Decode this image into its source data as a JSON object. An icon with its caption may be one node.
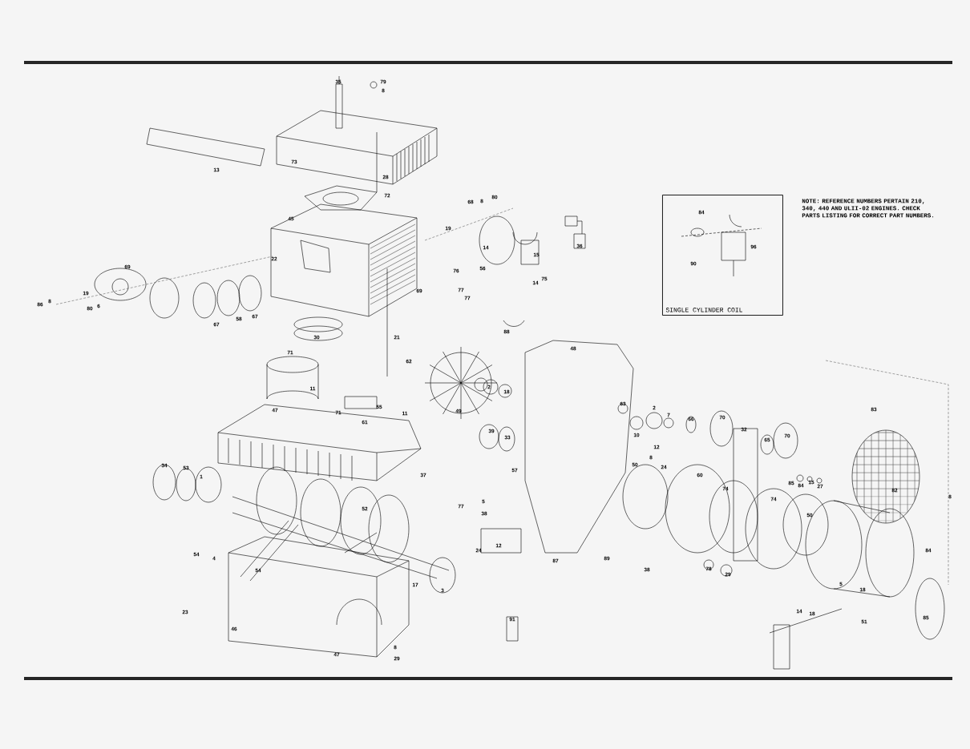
{
  "diagram": {
    "nodes": [
      {
        "text": [
          "SINGLE CYLINDER COIL"
        ]
      }
    ],
    "labels": [
      "35",
      "79",
      "8",
      "13",
      "73",
      "28",
      "72",
      "45",
      "22",
      "69",
      "19",
      "86",
      "8",
      "80",
      "6",
      "67",
      "58",
      "67",
      "68",
      "8",
      "80",
      "19",
      "36",
      "14",
      "76",
      "56",
      "15",
      "14",
      "75",
      "77",
      "77",
      "69",
      "30",
      "21",
      "71",
      "62",
      "88",
      "11",
      "2",
      "18",
      "49",
      "55",
      "11",
      "71",
      "47",
      "61",
      "34",
      "53",
      "1",
      "37",
      "52",
      "54",
      "4",
      "54",
      "17",
      "3",
      "23",
      "46",
      "47",
      "8",
      "29",
      "48",
      "63",
      "2",
      "7",
      "10",
      "66",
      "39",
      "33",
      "12",
      "8",
      "24",
      "57",
      "50",
      "60",
      "77",
      "5",
      "38",
      "24",
      "12",
      "87",
      "89",
      "38",
      "91",
      "70",
      "32",
      "65",
      "70",
      "85",
      "84",
      "15",
      "27",
      "83",
      "82",
      "74",
      "74",
      "50",
      "84",
      "8",
      "5",
      "18",
      "78",
      "29",
      "14",
      "18",
      "51",
      "85",
      "84",
      "96",
      "90",
      "NOTE: REFERENCE NUMBERS PERTAIN 210, 340, 440 AND ULII-02 ENGINES. CHECK PARTS LISTING FOR CORRECT PART NUMBERS."
    ]
  }
}
